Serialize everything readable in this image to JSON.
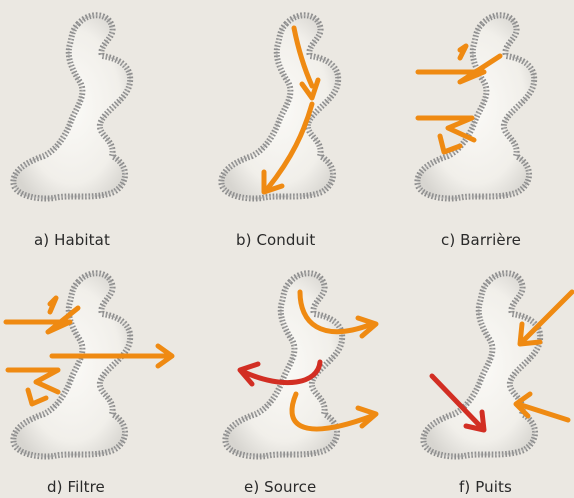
{
  "panels": [
    {
      "id": "habitat",
      "caption": "a) Habitat"
    },
    {
      "id": "conduit",
      "caption": "b) Conduit"
    },
    {
      "id": "barriere",
      "caption": "c) Barrière"
    },
    {
      "id": "filtre",
      "caption": "d) Filtre"
    },
    {
      "id": "source",
      "caption": "e) Source"
    },
    {
      "id": "puits",
      "caption": "f) Puits"
    }
  ],
  "colors": {
    "background": "#ebe8e2",
    "habitat_fill": "#f5f3ef",
    "habitat_edge": "#8e8e8e",
    "arrow_orange": "#ef8a12",
    "arrow_red": "#d22e23"
  }
}
